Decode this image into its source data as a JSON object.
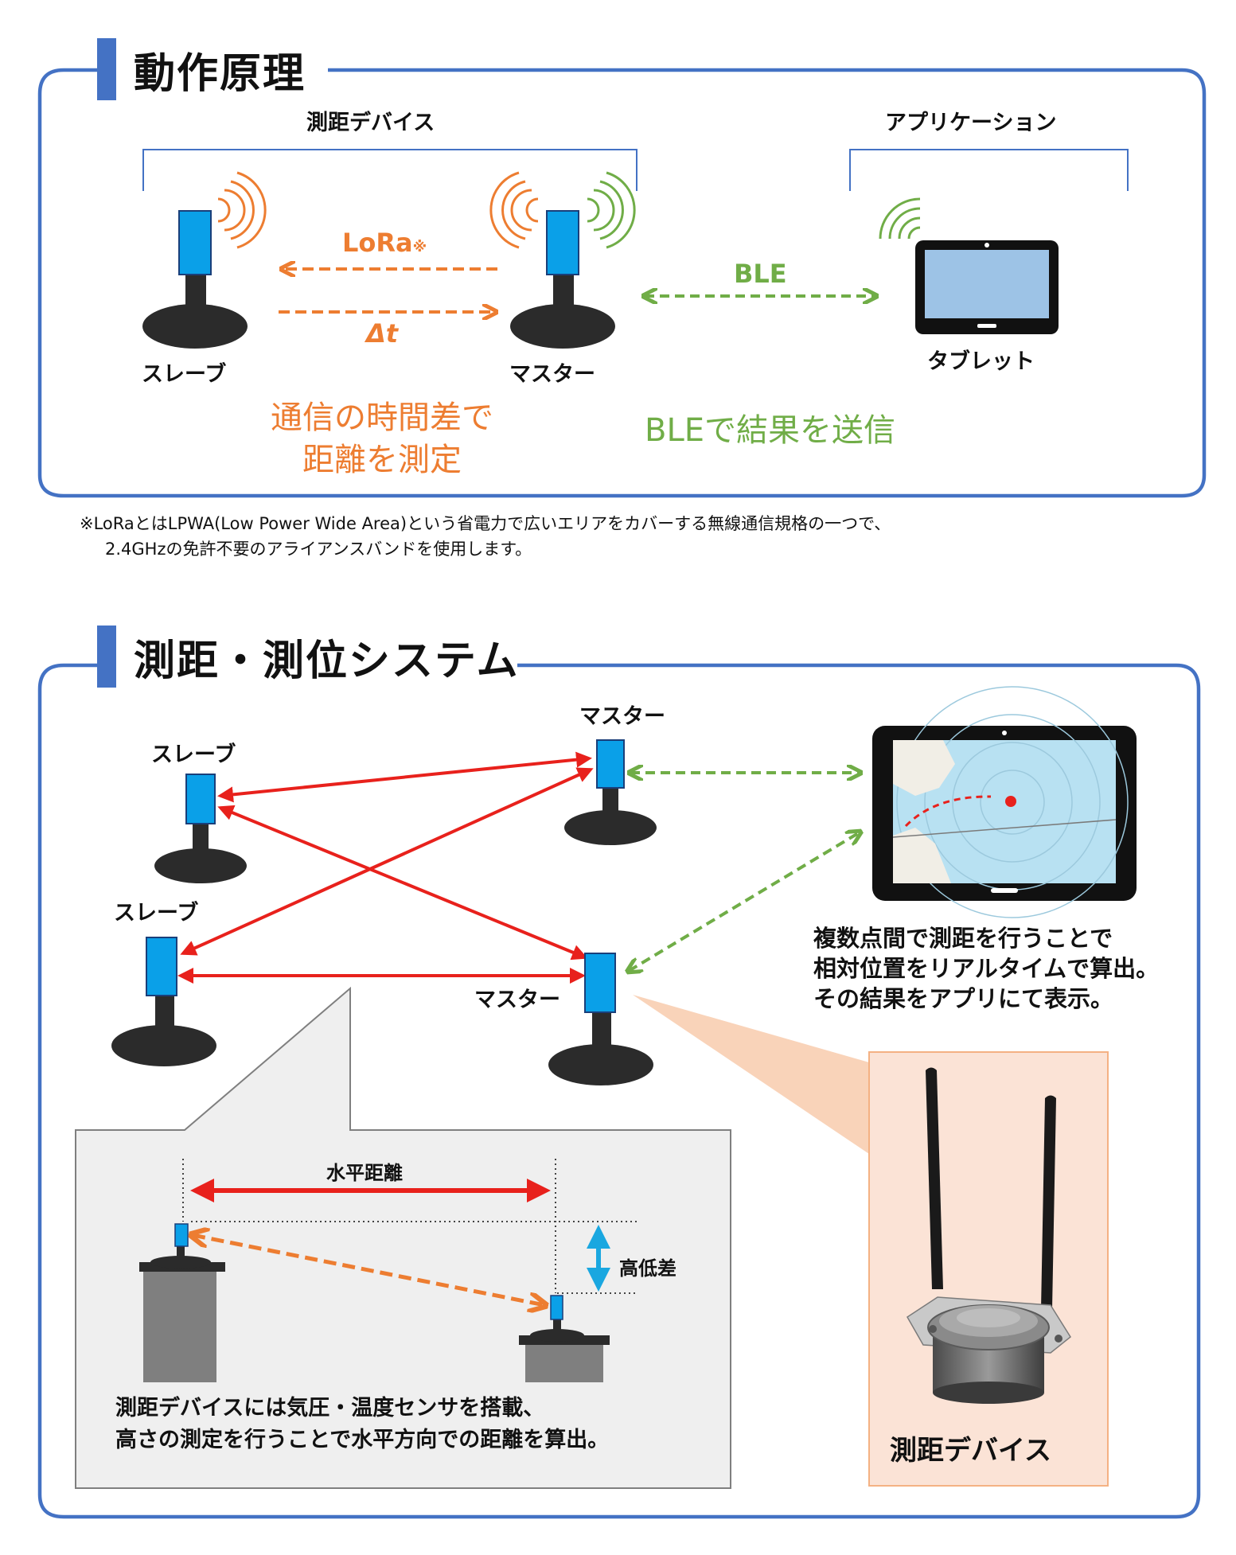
{
  "colors": {
    "frame": "#4472c4",
    "orange": "#ed7d31",
    "green": "#70ad47",
    "red": "#e8211c",
    "device_blue": "#0aa0e8",
    "base": "#2b2b2b",
    "callout_gray": "#efefef",
    "device_photo_bg": "#fbe3d6"
  },
  "section1": {
    "title": "動作原理",
    "group_devices": "測距デバイス",
    "group_app": "アプリケーション",
    "lora_label": "LoRa",
    "lora_mark": "※",
    "delta_label": "Δt",
    "ble_label": "BLE",
    "slave_label": "スレーブ",
    "master_label": "マスター",
    "tablet_label": "タブレット",
    "desc_orange_line1": "通信の時間差で",
    "desc_orange_line2": "距離を測定",
    "desc_green": "BLEで結果を送信"
  },
  "footnote": {
    "line1": "※LoRaとはLPWA(Low Power Wide Area)という省電力で広いエリアをカバーする無線通信規格の一つで、",
    "line2": "2.4GHzの免許不要のアライアンスバンドを使用します。"
  },
  "section2": {
    "title": "測距・測位システム",
    "master_top_label": "マスター",
    "slave_top_label": "スレーブ",
    "slave_bottom_label": "スレーブ",
    "master_bottom_label": "マスター",
    "tablet_desc_line1": "複数点間で測距を行うことで",
    "tablet_desc_line2": "相対位置をリアルタイムで算出。",
    "tablet_desc_line3": "その結果をアプリにて表示。",
    "horizontal_distance": "水平距離",
    "height_diff": "高低差",
    "callout_line1": "測距デバイスには気圧・温度センサを搭載、",
    "callout_line2": "高さの測定を行うことで水平方向での距離を算出。",
    "device_caption": "測距デバイス"
  },
  "icons": [
    "antenna-device",
    "tablet-icon",
    "wifi-waves-icon",
    "range-device-photo"
  ]
}
